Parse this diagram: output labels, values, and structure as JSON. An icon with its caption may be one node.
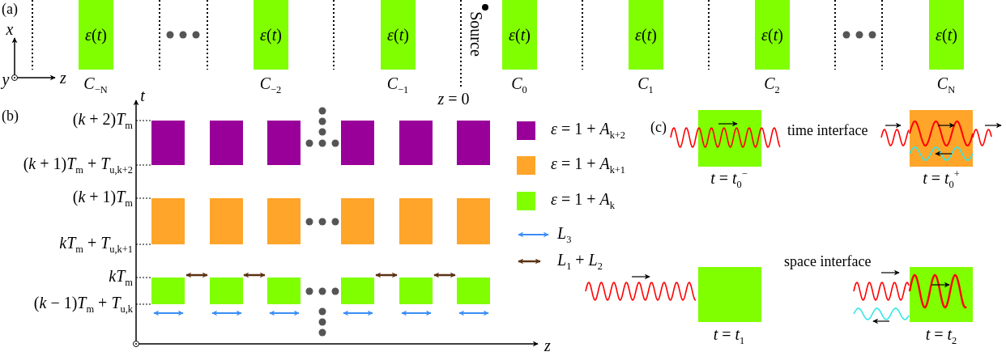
{
  "diagram": {
    "nodes": [
      {
        "text": [
          "*ε*(*t*)"
        ],
        "beside": [
          "*C*$_{−N}$"
        ]
      },
      {
        "text": [
          "*ε*(*t*)"
        ],
        "beside": [
          "*C*$_{−2}$"
        ]
      },
      {
        "text": [
          "*ε*(*t*)"
        ],
        "beside": [
          "*C*$_{−1}$"
        ]
      },
      {
        "text": [
          "*ε*(*t*)"
        ],
        "beside": [
          "*C*$_{0}$"
        ]
      },
      {
        "text": [
          "*ε*(*t*)"
        ],
        "beside": [
          "*C*$_{1}$"
        ]
      },
      {
        "text": [
          "*ε*(*t*)"
        ],
        "beside": [
          "*C*$_{2}$"
        ]
      },
      {
        "text": [
          "*ε*(*t*)"
        ],
        "beside": [
          "*C*$_{N}$"
        ]
      }
    ],
    "labels": [
      "(a)",
      "*x*",
      "*y*",
      "*z*",
      "Source",
      "*z* = 0",
      "(b)",
      "*t*",
      "(*k* + 2)*T*$_{m}$",
      "(*k* + 1)*T*$_{m}$ + *T*$_{u,k+2}$",
      "(*k* + 1)*T*$_{m}$",
      "*kT*$_{m}$ + *T*$_{u,k+1}$",
      "*kT*$_{m}$",
      "(*k* − 1)*T*$_{m}$ + *T*$_{u,k}$",
      "*z*",
      "(c)",
      "time interface",
      "*t* = *t*$_{0}$$^{−}$",
      "*t* = *t*$_{0}$$^{+}$",
      "space interface",
      "*t* = *t*$_{1}$",
      "*t* = *t*$_{2}$"
    ],
    "legend": [
      {
        "text": "*ε* = 1 + *A*$_{k+2}$",
        "color": "#990099"
      },
      {
        "text": "*ε* = 1 + *A*$_{k+1}$",
        "color": "#ffa52a"
      },
      {
        "text": "*ε* = 1 + *A*$_{k}$",
        "color": "#80ff00"
      },
      {
        "text": "*L*$_{3}$"
      },
      {
        "text": "*L*$_{1}$ + *L*$_{2}$"
      }
    ]
  }
}
